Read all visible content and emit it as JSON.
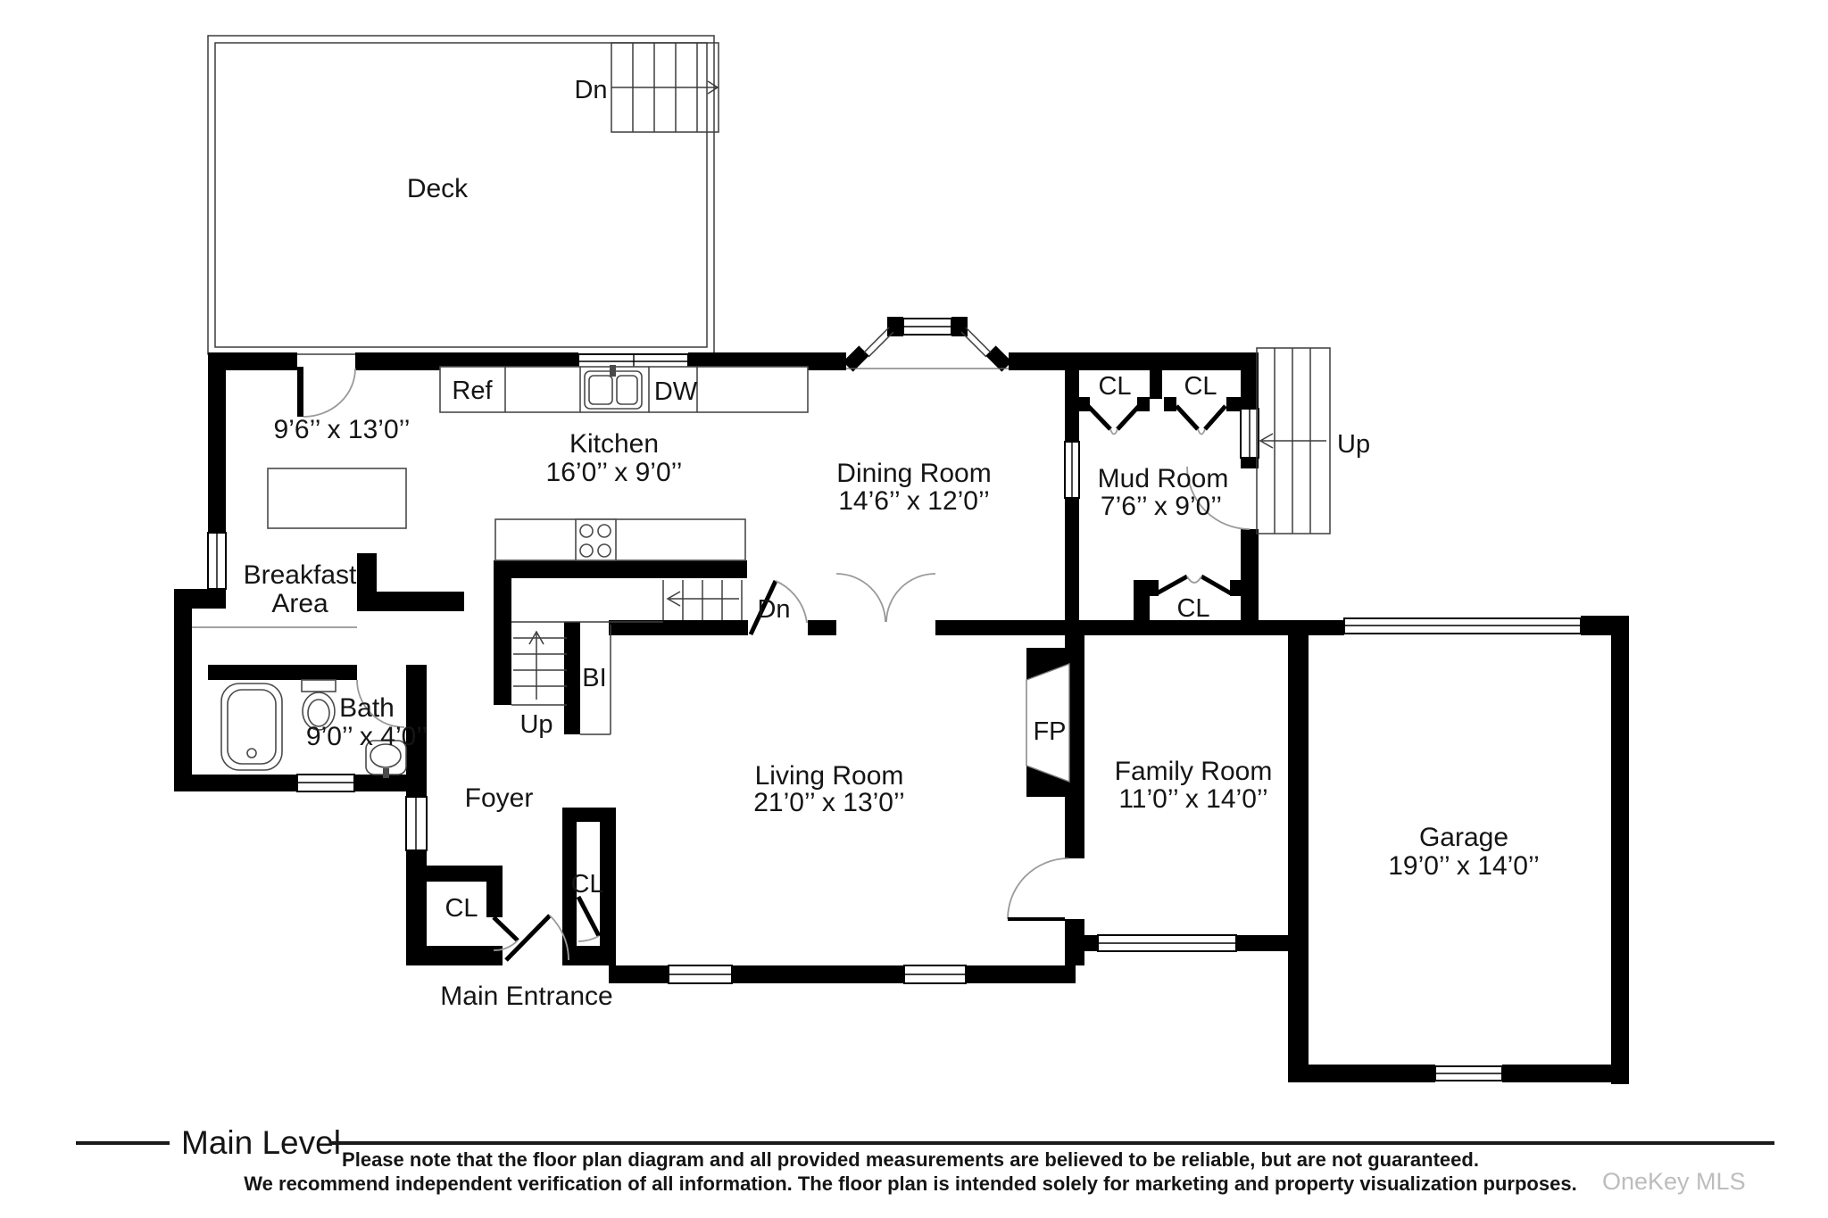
{
  "rooms": {
    "deck": {
      "label": "Deck"
    },
    "breakfast": {
      "line1": "Breakfast",
      "line2": "Area",
      "dims": "9’6’’ x 13’0’’"
    },
    "kitchen": {
      "label": "Kitchen",
      "dims": "16’0’’ x 9’0’’"
    },
    "dining_room": {
      "label": "Dining Room",
      "dims": "14’6’’ x 12’0’’"
    },
    "mud_room": {
      "label": "Mud Room",
      "dims": "7’6’’ x 9’0’’"
    },
    "bath": {
      "label": "Bath",
      "dims": "9’0’’ x 4’0’’"
    },
    "foyer": {
      "label": "Foyer"
    },
    "living_room": {
      "label": "Living Room",
      "dims": "21’0’’ x 13’0’’"
    },
    "family_room": {
      "label": "Family Room",
      "dims": "11’0’’ x 14’0’’"
    },
    "garage": {
      "label": "Garage",
      "dims": "19’0’’ x 14’0’’"
    },
    "main_entrance": {
      "label": "Main Entrance"
    }
  },
  "fixtures": {
    "refrigerator": "Ref",
    "dishwasher": "DW",
    "fireplace": "FP",
    "built_in": "BI"
  },
  "closets": {
    "label": "CL"
  },
  "stairs": {
    "up": "Up",
    "down": "Dn"
  },
  "footer": {
    "level_label": "Main Level",
    "disclaimer_line1": "Please note that the floor plan diagram and all provided measurements are believed to be reliable, but are not guaranteed.",
    "disclaimer_line2": "We recommend independent verification of all information. The floor plan is intended solely for marketing and property visualization purposes.",
    "watermark": "OneKey MLS"
  },
  "colors": {
    "wall": "#000000",
    "thin_line": "#3d3d3d",
    "door_arc": "#9a9a9a",
    "watermark": "#bdbdbd"
  }
}
